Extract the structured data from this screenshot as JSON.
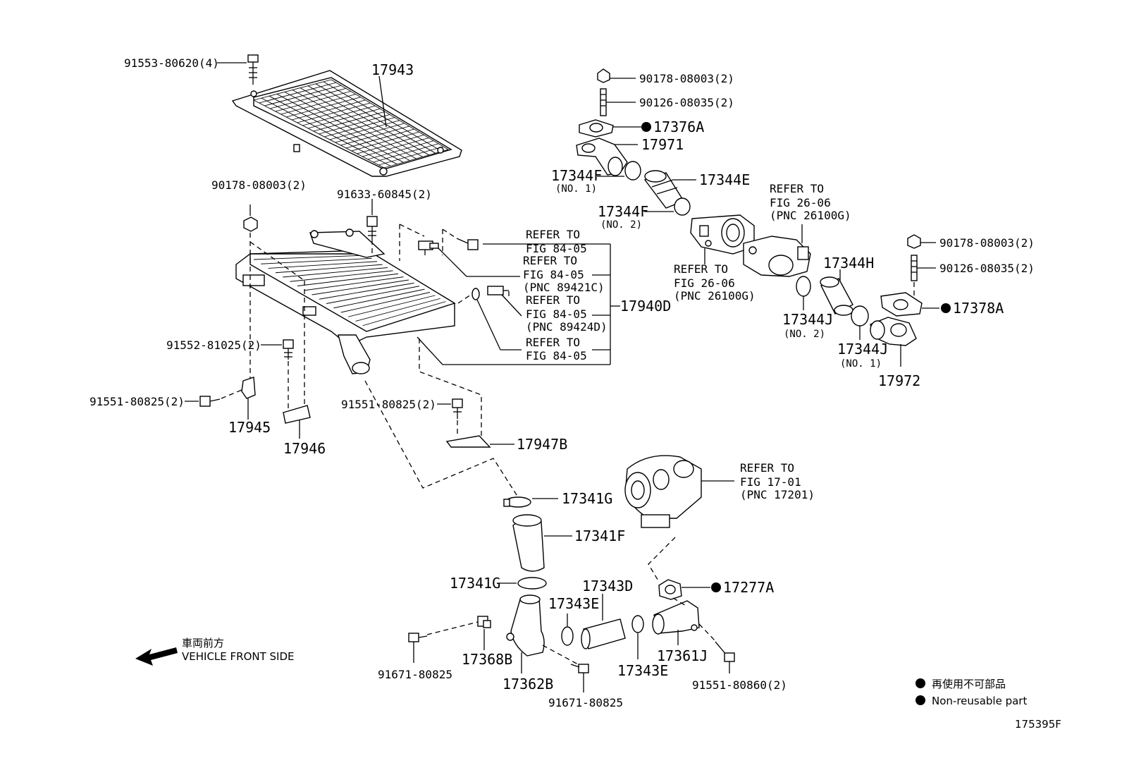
{
  "labels": {
    "p91553_80620": "91553-80620(4)",
    "p17943": "17943",
    "p90178_08003_a": "90178-08003(2)",
    "p91633_60845": "91633-60845(2)",
    "p91552_81025": "91552-81025(2)",
    "p91551_80825_a": "91551-80825(2)",
    "p17945": "17945",
    "p17946": "17946",
    "p91551_80825_b": "91551-80825(2)",
    "p17947B": "17947B",
    "p17940D": "17940D",
    "p17341G_top": "17341G",
    "p17341F": "17341F",
    "p17341G_bot": "17341G",
    "p17343D": "17343D",
    "p17343E_a": "17343E",
    "p17343E_b": "17343E",
    "p17368B": "17368B",
    "p17362B": "17362B",
    "p91671_80825_a": "91671-80825",
    "p91671_80825_b": "91671-80825",
    "p17361J": "17361J",
    "p91551_80860": "91551-80860(2)",
    "p17277A": "17277A",
    "p90178_08003_b": "90178-08003(2)",
    "p90126_08035_a": "90126-08035(2)",
    "p17376A": "17376A",
    "p17971": "17971",
    "p17344F_1": "17344F",
    "no1_a": "(NO. 1)",
    "p17344E": "17344E",
    "p17344F_2": "17344F",
    "no2_a": "(NO. 2)",
    "p90178_08003_c": "90178-08003(2)",
    "p90126_08035_b": "90126-08035(2)",
    "p17378A": "17378A",
    "p17344H": "17344H",
    "p17344J_2": "17344J",
    "no2_b": "(NO. 2)",
    "p17344J_1": "17344J",
    "no1_b": "(NO. 1)",
    "p17972": "17972",
    "doc_id": "175395F"
  },
  "refs": {
    "r1": [
      "REFER TO",
      "FIG 84-05"
    ],
    "r2": [
      "REFER TO",
      "FIG 84-05",
      "(PNC 89421C)"
    ],
    "r3": [
      "REFER TO",
      "FIG 84-05",
      "(PNC 89424D)"
    ],
    "r4": [
      "REFER TO",
      "FIG 84-05"
    ],
    "r5": [
      "REFER TO",
      "FIG 26-06",
      "(PNC 26100G)"
    ],
    "r6": [
      "REFER TO",
      "FIG 26-06",
      "(PNC 26100G)"
    ],
    "r7": [
      "REFER TO",
      "FIG 17-01",
      "(PNC 17201)"
    ]
  },
  "front": {
    "jp": "車両前方",
    "en": "VEHICLE FRONT SIDE"
  },
  "legend": {
    "jp": "再使用不可部品",
    "en": "Non-reusable part"
  }
}
